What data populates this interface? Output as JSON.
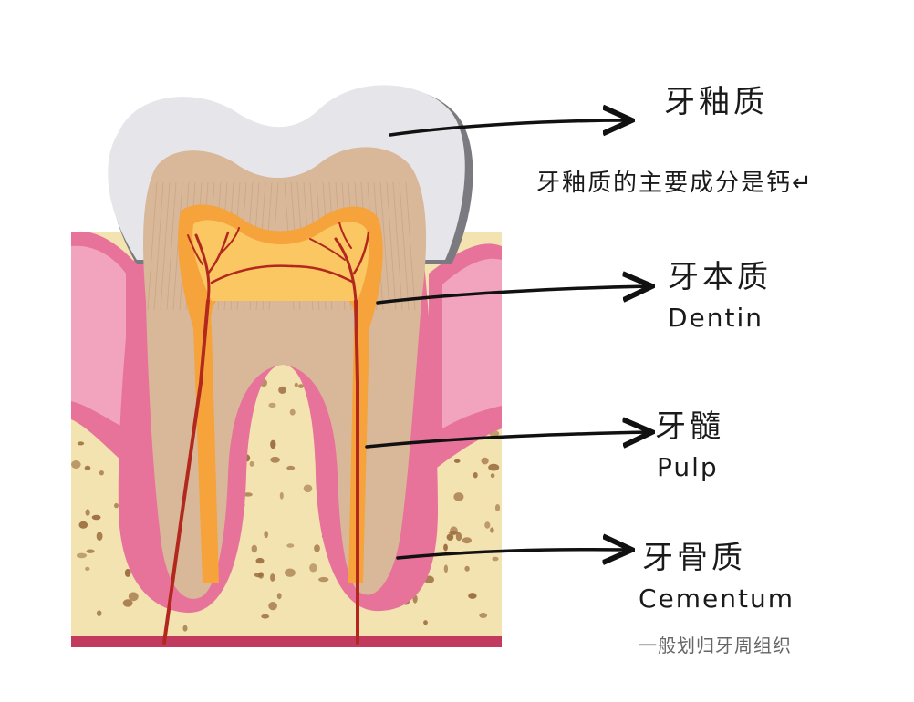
{
  "labels": {
    "enamel": {
      "cn": "牙釉质"
    },
    "enamel_note": "牙釉质的主要成分是钙↵",
    "dentin": {
      "cn": "牙本质",
      "en": "Dentin"
    },
    "pulp": {
      "cn": "牙髓",
      "en": "Pulp"
    },
    "cementum": {
      "cn": "牙骨质",
      "en": "Cementum"
    },
    "cementum_note": "一般划归牙周组织"
  },
  "colors": {
    "enamel": "#e6e6ea",
    "enamel_shadow": "#7a7a80",
    "dentin": "#d9b89a",
    "dentin_lines": "#c39a78",
    "pulp": "#f5a33a",
    "pulp_light": "#fbc763",
    "vessel": "#b3281e",
    "gum": "#e8739a",
    "gum_inner": "#f4b0c8",
    "bone": "#f3e3b0",
    "bone_spot": "#9a6b3d",
    "arrow": "#111111"
  }
}
